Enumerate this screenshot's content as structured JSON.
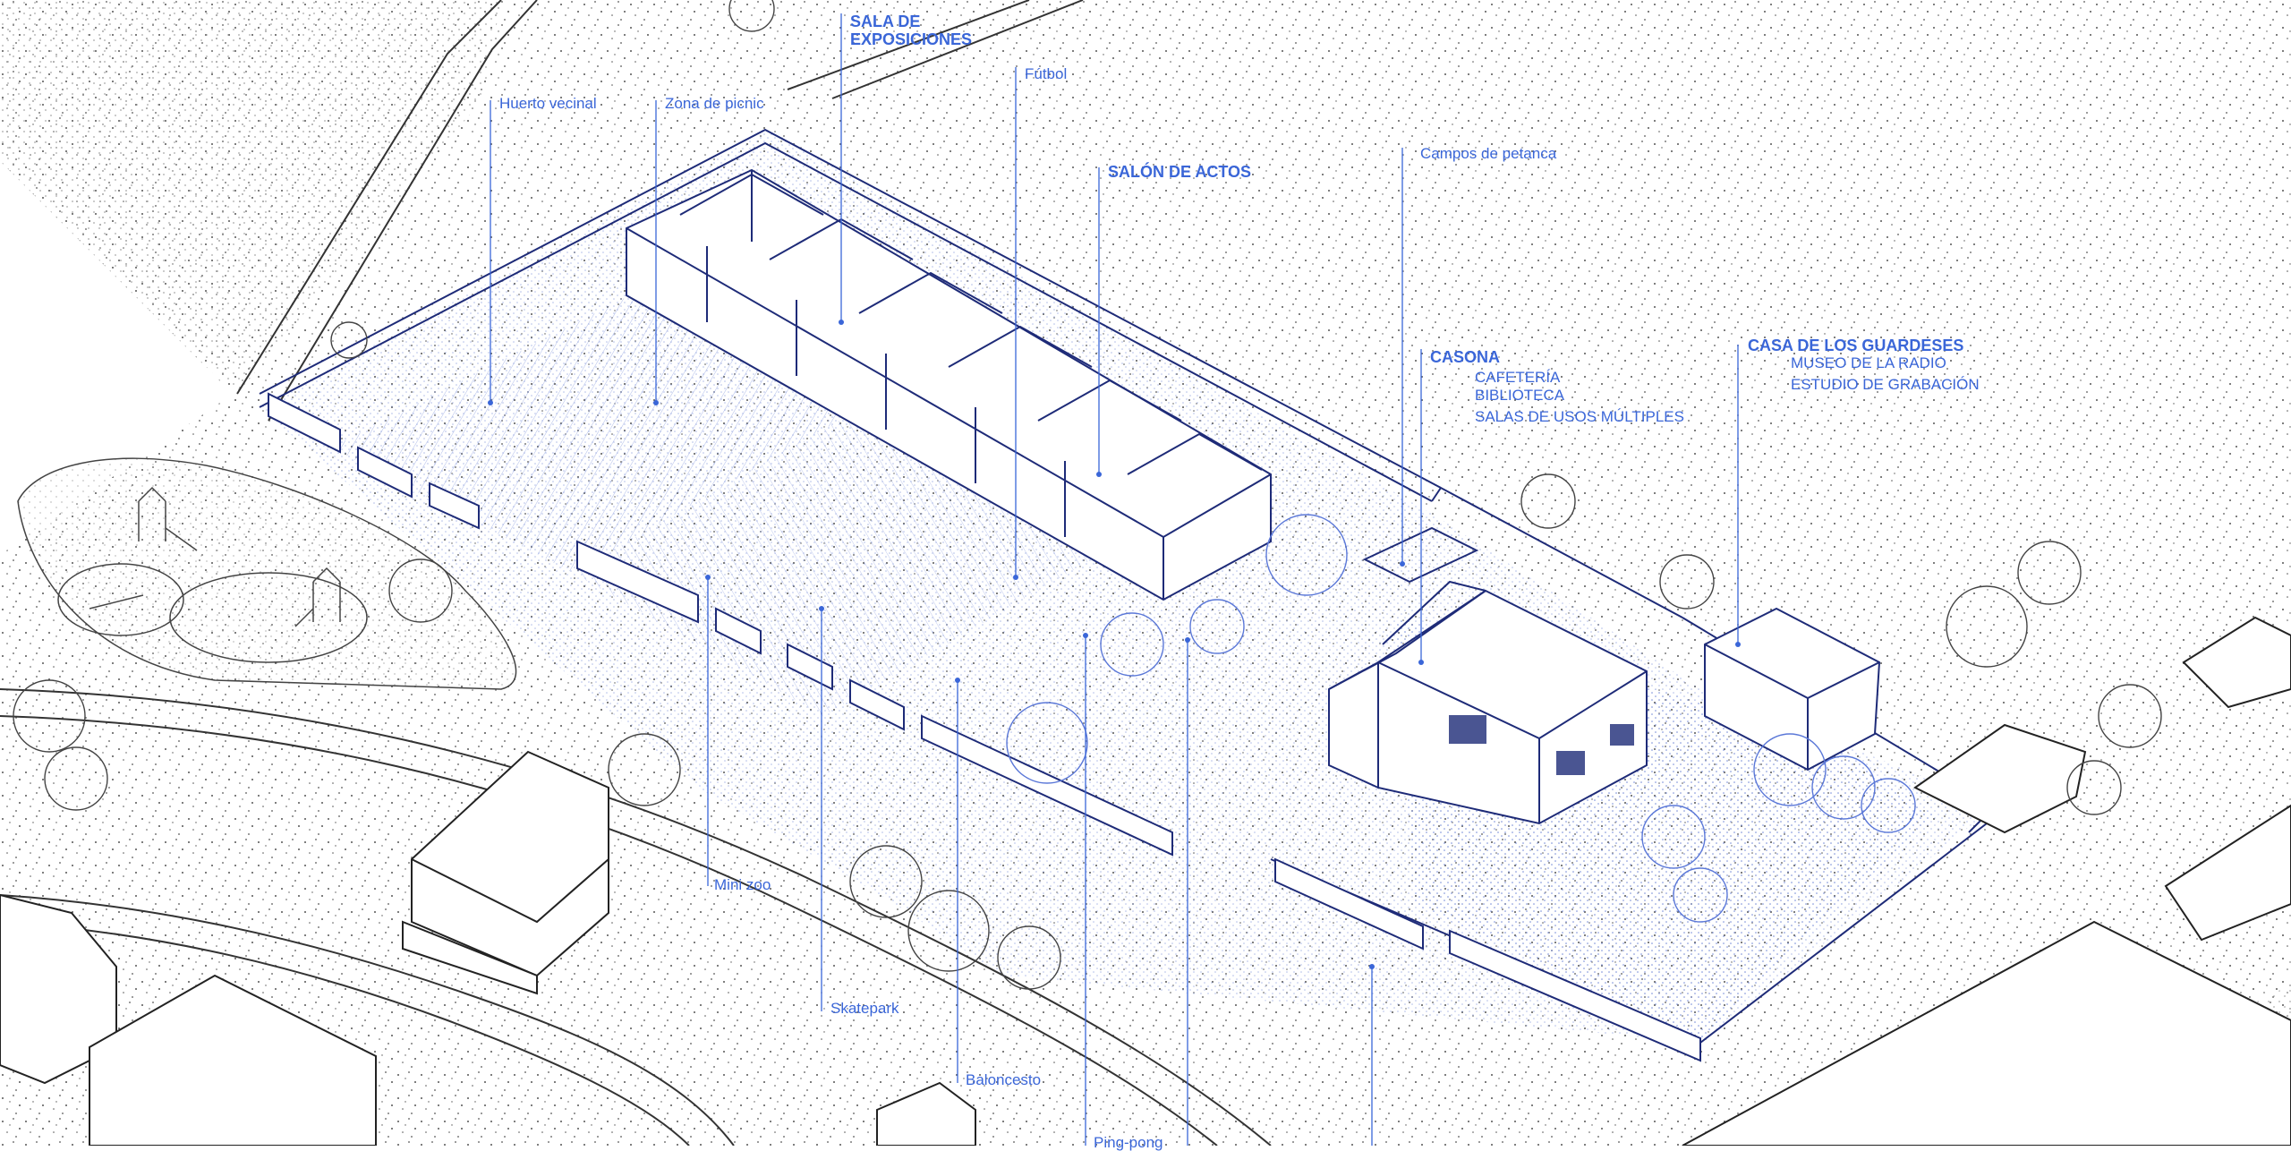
{
  "colors": {
    "annotation": "#3a66d8",
    "linework": "#1e2b78",
    "context": "#333333",
    "ground": "#b8c4ee"
  },
  "labels": {
    "sala_exposiciones_1": "SALA DE",
    "sala_exposiciones_2": "EXPOSICIONES",
    "huerto_vecinal": "Huerto vecinal",
    "zona_picnic": "Zona de picnic",
    "futbol": "Fútbol",
    "salon_actos": "SALÓN DE ACTOS",
    "campos_petanca": "Campos de petanca",
    "casona": "CASONA",
    "casona_cafeteria": "CAFETERÍA",
    "casona_biblioteca": "BIBLIOTECA",
    "casona_salas": "SALAS DE USOS MÚLTIPLES",
    "casa_guardeses": "CASA DE LOS GUARDESES",
    "museo_radio": "MUSEO DE LA RADIO",
    "estudio_grabacion": "ESTUDIO DE GRABACIÓN",
    "mini_zoo": "Mini zoo",
    "skatepark": "Skatepark",
    "baloncesto": "Baloncesto",
    "ping_pong": "Ping-pong"
  }
}
